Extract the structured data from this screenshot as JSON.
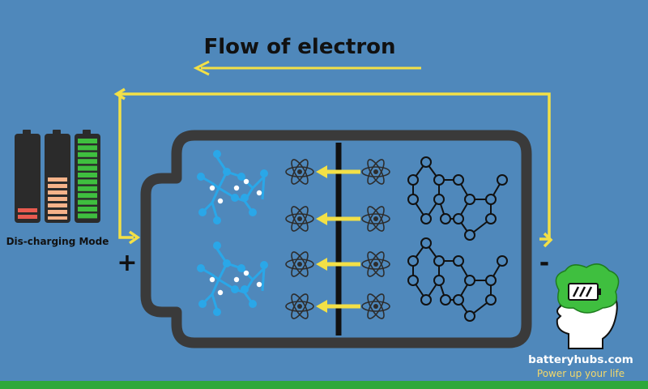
{
  "title": "Flow of electron",
  "mode_label": "Dis-charging Mode",
  "plus_terminal": "+",
  "minus_terminal": "-",
  "brand": {
    "name": "batteryhubs.com",
    "tagline": "Power up your life"
  },
  "battery_icons": [
    {
      "level": 0.1,
      "color": "#e85a4f"
    },
    {
      "level": 0.5,
      "color": "#f6b38a"
    },
    {
      "level": 1.0,
      "color": "#3fbf3f"
    }
  ],
  "colors": {
    "background": "#4f88bb",
    "wire": "#f3e046",
    "casing": "#3a3a3a",
    "cathode_atoms": "#2aa7e8",
    "ground_strip": "#2ea83a",
    "brand_text": "#ffffff",
    "tagline_text": "#f3d86a",
    "head_icon_bubble": "#3fbf3f"
  },
  "icons": {
    "atom": "atom-icon",
    "brand": "head-battery-icon"
  }
}
